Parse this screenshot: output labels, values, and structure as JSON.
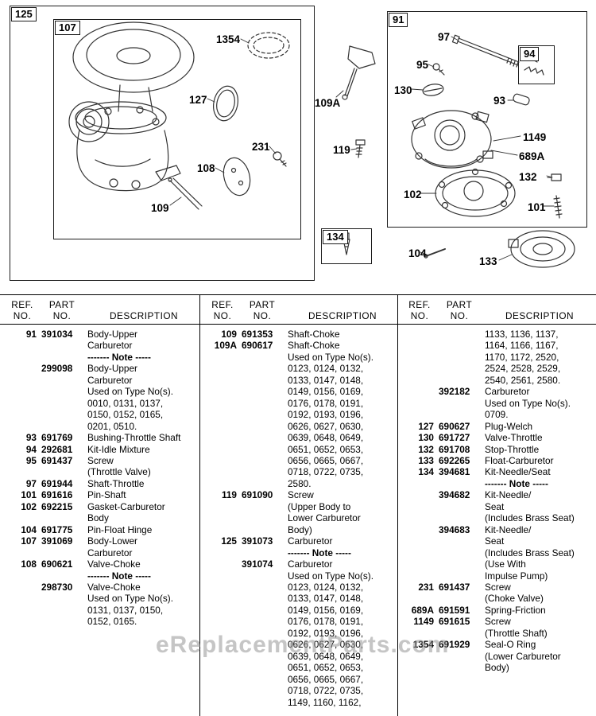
{
  "watermark": "eReplacementParts.com",
  "diagram": {
    "box_labels": {
      "b125": "125",
      "b107": "107",
      "b91": "91",
      "b94": "94",
      "b134": "134"
    },
    "callouts": {
      "c1354": "1354",
      "c127": "127",
      "c231": "231",
      "c108": "108",
      "c109": "109",
      "c109A": "109A",
      "c119": "119",
      "c97": "97",
      "c95": "95",
      "c130": "130",
      "c93": "93",
      "c1149": "1149",
      "c689A": "689A",
      "c132": "132",
      "c101": "101",
      "c102": "102",
      "c104": "104",
      "c133": "133"
    }
  },
  "table": {
    "headers": {
      "ref1": "REF.",
      "ref2": "NO.",
      "part1": "PART",
      "part2": "NO.",
      "desc": "DESCRIPTION"
    },
    "columns": [
      {
        "rows": [
          {
            "ref": "91",
            "part": "391034",
            "lines": [
              "Body-Upper",
              "Carburetor"
            ]
          },
          {
            "note": true,
            "ref": "",
            "part": "",
            "lines": [
              "------- Note -----"
            ]
          },
          {
            "ref": "",
            "part": "299098",
            "lines": [
              "Body-Upper",
              "Carburetor",
              "Used on Type No(s).",
              "0010, 0131, 0137,",
              "0150, 0152, 0165,",
              "0201, 0510."
            ]
          },
          {
            "ref": "93",
            "part": "691769",
            "lines": [
              "Bushing-Throttle Shaft"
            ]
          },
          {
            "ref": "94",
            "part": "292681",
            "lines": [
              "Kit-Idle Mixture"
            ]
          },
          {
            "ref": "95",
            "part": "691437",
            "lines": [
              "Screw",
              "(Throttle Valve)"
            ]
          },
          {
            "ref": "97",
            "part": "691944",
            "lines": [
              "Shaft-Throttle"
            ]
          },
          {
            "ref": "101",
            "part": "691616",
            "lines": [
              "Pin-Shaft"
            ]
          },
          {
            "ref": "102",
            "part": "692215",
            "lines": [
              "Gasket-Carburetor",
              "Body"
            ]
          },
          {
            "ref": "104",
            "part": "691775",
            "lines": [
              "Pin-Float Hinge"
            ]
          },
          {
            "ref": "107",
            "part": "391069",
            "lines": [
              "Body-Lower",
              "Carburetor"
            ]
          },
          {
            "ref": "108",
            "part": "690621",
            "lines": [
              "Valve-Choke"
            ]
          },
          {
            "note": true,
            "ref": "",
            "part": "",
            "lines": [
              "------- Note -----"
            ]
          },
          {
            "ref": "",
            "part": "298730",
            "lines": [
              "Valve-Choke",
              "Used on Type No(s).",
              "0131, 0137, 0150,",
              "0152, 0165."
            ]
          }
        ]
      },
      {
        "rows": [
          {
            "ref": "109",
            "part": "691353",
            "lines": [
              "Shaft-Choke"
            ]
          },
          {
            "ref": "109A",
            "part": "690617",
            "lines": [
              "Shaft-Choke",
              "Used on Type No(s).",
              "0123, 0124, 0132,",
              "0133, 0147, 0148,",
              "0149, 0156, 0169,",
              "0176, 0178, 0191,",
              "0192, 0193, 0196,",
              "0626, 0627, 0630,",
              "0639, 0648, 0649,",
              "0651, 0652, 0653,",
              "0656, 0665, 0667,",
              "0718, 0722, 0735,",
              "2580."
            ]
          },
          {
            "ref": "119",
            "part": "691090",
            "lines": [
              "Screw",
              "(Upper Body to",
              "Lower Carburetor",
              "Body)"
            ]
          },
          {
            "ref": "125",
            "part": "391073",
            "lines": [
              "Carburetor"
            ]
          },
          {
            "note": true,
            "ref": "",
            "part": "",
            "lines": [
              "------- Note -----"
            ]
          },
          {
            "ref": "",
            "part": "391074",
            "lines": [
              "Carburetor",
              "Used on Type No(s).",
              "0123, 0124, 0132,",
              "0133, 0147, 0148,",
              "0149, 0156, 0169,",
              "0176, 0178, 0191,",
              "0192, 0193, 0196,",
              "0626, 0627, 0630,",
              "0639, 0648, 0649,",
              "0651, 0652, 0653,",
              "0656, 0665, 0667,",
              "0718, 0722, 0735,",
              "1149, 1160, 1162,"
            ]
          }
        ]
      },
      {
        "rows": [
          {
            "ref": "",
            "part": "",
            "lines": [
              "1133, 1136, 1137,",
              "1164, 1166, 1167,",
              "1170, 1172, 2520,",
              "2524, 2528, 2529,",
              "2540, 2561, 2580."
            ]
          },
          {
            "ref": "",
            "part": "392182",
            "lines": [
              "Carburetor",
              "Used on Type No(s).",
              "0709."
            ]
          },
          {
            "ref": "127",
            "part": "690627",
            "lines": [
              "Plug-Welch"
            ]
          },
          {
            "ref": "130",
            "part": "691727",
            "lines": [
              "Valve-Throttle"
            ]
          },
          {
            "ref": "132",
            "part": "691708",
            "lines": [
              "Stop-Throttle"
            ]
          },
          {
            "ref": "133",
            "part": "692265",
            "lines": [
              "Float-Carburetor"
            ]
          },
          {
            "ref": "134",
            "part": "394681",
            "lines": [
              "Kit-Needle/Seat"
            ]
          },
          {
            "note": true,
            "ref": "",
            "part": "",
            "lines": [
              "------- Note -----"
            ]
          },
          {
            "ref": "",
            "part": "394682",
            "lines": [
              "Kit-Needle/",
              "Seat",
              "(Includes Brass Seat)"
            ]
          },
          {
            "ref": "",
            "part": "394683",
            "lines": [
              "Kit-Needle/",
              "Seat",
              "(Includes Brass Seat)",
              "(Use With",
              "Impulse Pump)"
            ]
          },
          {
            "ref": "231",
            "part": "691437",
            "lines": [
              "Screw",
              "(Choke Valve)"
            ]
          },
          {
            "ref": "689A",
            "part": "691591",
            "lines": [
              "Spring-Friction"
            ]
          },
          {
            "ref": "1149",
            "part": "691615",
            "lines": [
              "Screw",
              "(Throttle Shaft)"
            ]
          },
          {
            "ref": "1354",
            "part": "691929",
            "lines": [
              "Seal-O Ring",
              "(Lower Carburetor",
              "Body)"
            ]
          }
        ]
      }
    ]
  }
}
